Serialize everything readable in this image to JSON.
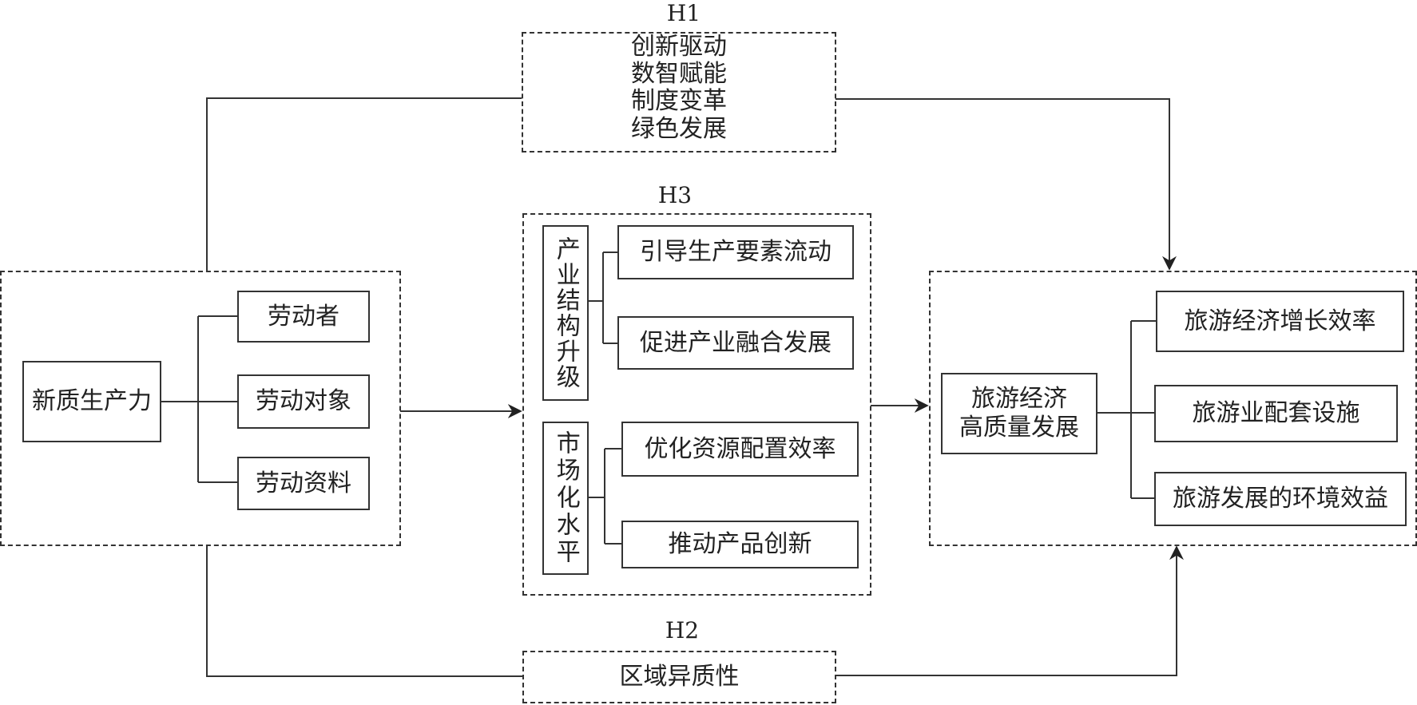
{
  "hypotheses": {
    "h1": {
      "label": "H1",
      "items": [
        "创新驱动",
        "数智赋能",
        "制度变革",
        "绿色发展"
      ]
    },
    "h2": {
      "label": "H2",
      "text": "区域异质性"
    },
    "h3": {
      "label": "H3",
      "groups": [
        {
          "title": "产业结构升级",
          "children": [
            "引导生产要素流动",
            "促进产业融合发展"
          ]
        },
        {
          "title": "市场化水平",
          "children": [
            "优化资源配置效率",
            "推动产品创新"
          ]
        }
      ]
    }
  },
  "left_group": {
    "main": "新质生产力",
    "children": [
      "劳动者",
      "劳动对象",
      "劳动资料"
    ]
  },
  "right_group": {
    "main_line1": "旅游经济",
    "main_line2": "高质量发展",
    "children": [
      "旅游经济增长效率",
      "旅游业配套设施",
      "旅游发展的环境效益"
    ]
  }
}
